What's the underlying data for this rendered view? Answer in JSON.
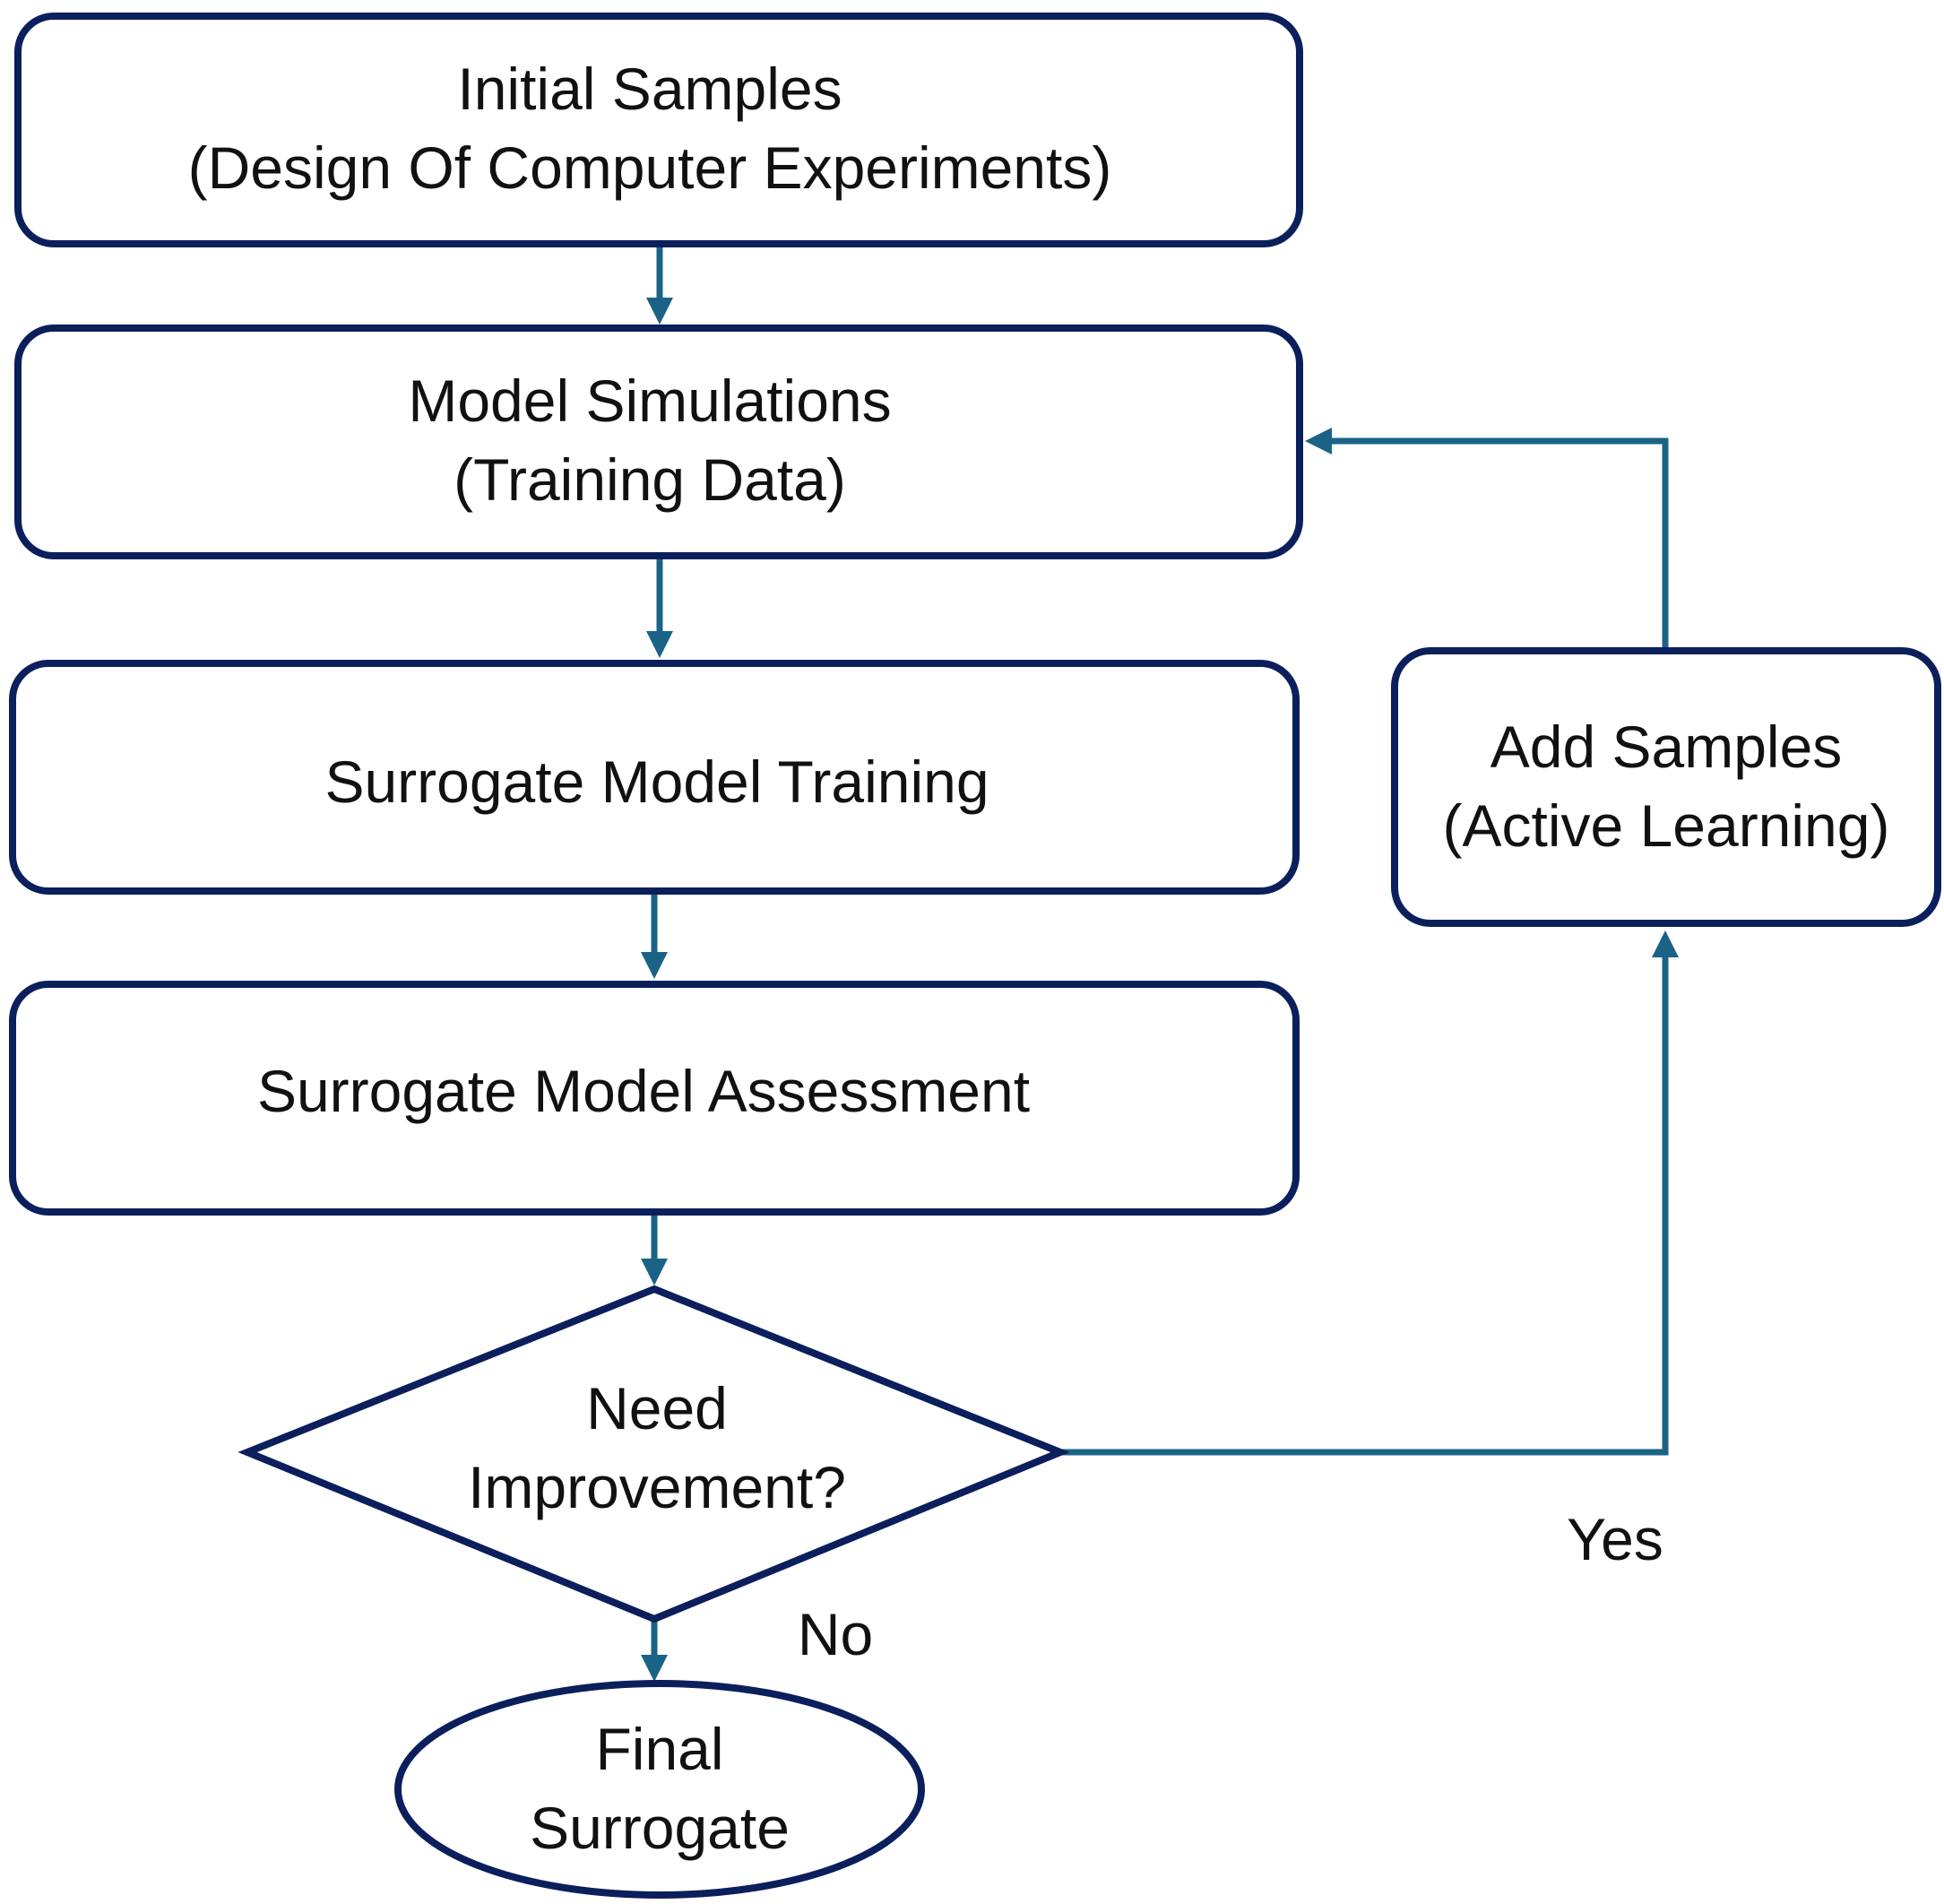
{
  "colors": {
    "node_border": "#0b1f5c",
    "connector": "#1a6387",
    "text": "#111111",
    "background": "#ffffff"
  },
  "nodes": {
    "initial_samples": {
      "line1": "Initial Samples",
      "line2": "(Design Of Computer Experiments)"
    },
    "model_simulations": {
      "line1": "Model Simulations",
      "line2": "(Training Data)"
    },
    "surrogate_training": {
      "line1": "Surrogate Model Training"
    },
    "surrogate_assessment": {
      "line1": "Surrogate Model Assessment"
    },
    "decision": {
      "line1": "Need",
      "line2": "Improvement?"
    },
    "final_surrogate": {
      "line1": "Final",
      "line2": "Surrogate"
    },
    "add_samples": {
      "line1": "Add Samples",
      "line2": "(Active Learning)"
    }
  },
  "edge_labels": {
    "yes": "Yes",
    "no": "No"
  }
}
